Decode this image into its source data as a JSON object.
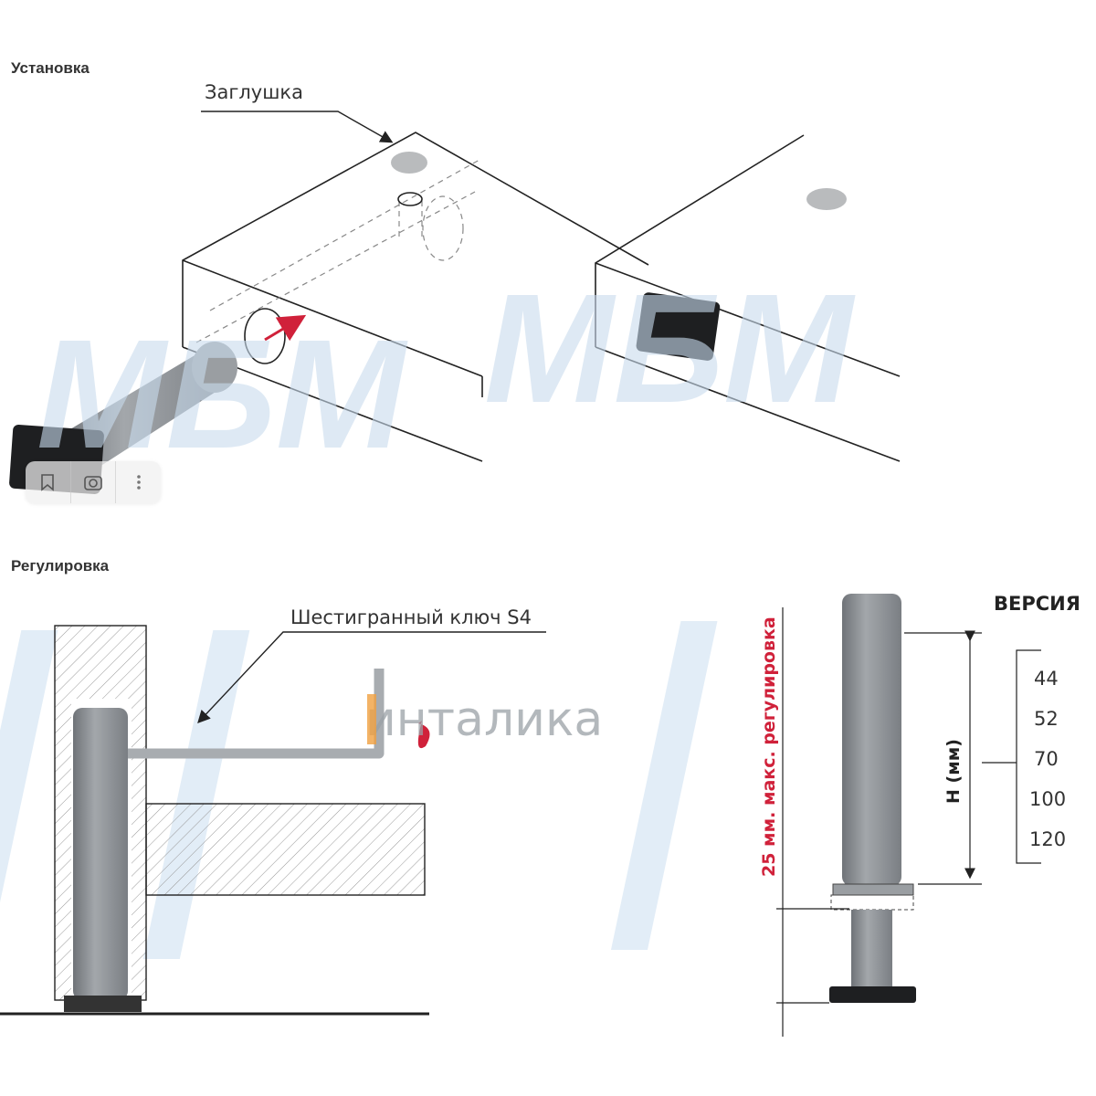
{
  "sections": {
    "installation": {
      "title": "Установка",
      "plug_label": "Заглушка"
    },
    "adjustment": {
      "title": "Регулировка",
      "key_label": "Шестигранный ключ S4",
      "adjust_label": "25 мм. макс. регулировка",
      "height_label": "H (мм)",
      "version_title": "ВЕРСИЯ",
      "versions": [
        "44",
        "52",
        "70",
        "100",
        "120"
      ]
    }
  },
  "watermarks": {
    "brand": "МБМ",
    "shop": "инталика"
  },
  "toolbar": {
    "items": [
      "bookmark-icon",
      "lens-icon",
      "more-icon"
    ]
  },
  "colors": {
    "accent_red": "#d0213a",
    "leg_gray": "#8e9297",
    "watermark_blue": "#dbe9f5",
    "shop_orange": "#f0a040"
  }
}
